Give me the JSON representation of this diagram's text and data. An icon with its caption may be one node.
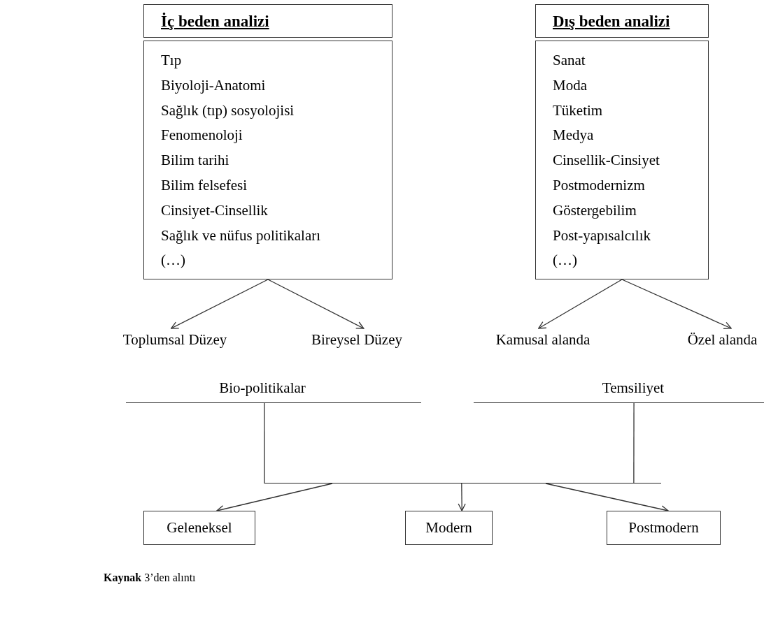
{
  "diagram": {
    "caption": "**Kaynak** 3’den alıntı",
    "nodes": [
      {
        "text": [
          "İç beden analizi"
        ]
      },
      {
        "text": [
          "Tıp",
          "Biyoloji-Anatomi",
          "Sağlık (tıp) sosyolojisi",
          "Fenomenoloji",
          "Bilim tarihi",
          "Bilim felsefesi",
          "Cinsiyet-Cinsellik",
          "Sağlık ve nüfus politikaları",
          "(…)"
        ]
      },
      {
        "text": [
          "Dış beden analizi"
        ]
      },
      {
        "text": [
          "Sanat",
          "Moda",
          "Tüketim",
          "Medya",
          "Cinsellik-Cinsiyet",
          "Postmodernizm",
          "Göstergebilim",
          "Post-yapısalcılık",
          "(…)"
        ]
      },
      {
        "text": [
          "Toplumsal Düzey"
        ]
      },
      {
        "text": [
          "Bireysel Düzey"
        ]
      },
      {
        "text": [
          "Kamusal alanda"
        ]
      },
      {
        "text": [
          "Özel alanda"
        ]
      },
      {
        "text": [
          "Bio-politikalar"
        ]
      },
      {
        "text": [
          "Temsiliyet"
        ]
      },
      {
        "text": [],
        "shape": "bar"
      },
      {
        "text": [],
        "shape": "bar"
      },
      {
        "text": [],
        "shape": "bar"
      },
      {
        "text": [
          "Geleneksel"
        ]
      },
      {
        "text": [
          "Modern"
        ]
      },
      {
        "text": [
          "Postmodern"
        ]
      }
    ],
    "edges": [
      {
        "from": 1,
        "to": 4,
        "arrow": "to"
      },
      {
        "from": 1,
        "to": 5,
        "arrow": "to"
      },
      {
        "from": 3,
        "to": 6,
        "arrow": "to"
      },
      {
        "from": 3,
        "to": 7,
        "arrow": "to"
      },
      {
        "from": 10,
        "to": 12,
        "arrow": "none"
      },
      {
        "from": 11,
        "to": 12,
        "arrow": "none"
      },
      {
        "from": 12,
        "to": 13,
        "arrow": "to"
      },
      {
        "from": 12,
        "to": 14,
        "arrow": "to"
      },
      {
        "from": 12,
        "to": 15,
        "arrow": "to"
      }
    ]
  }
}
